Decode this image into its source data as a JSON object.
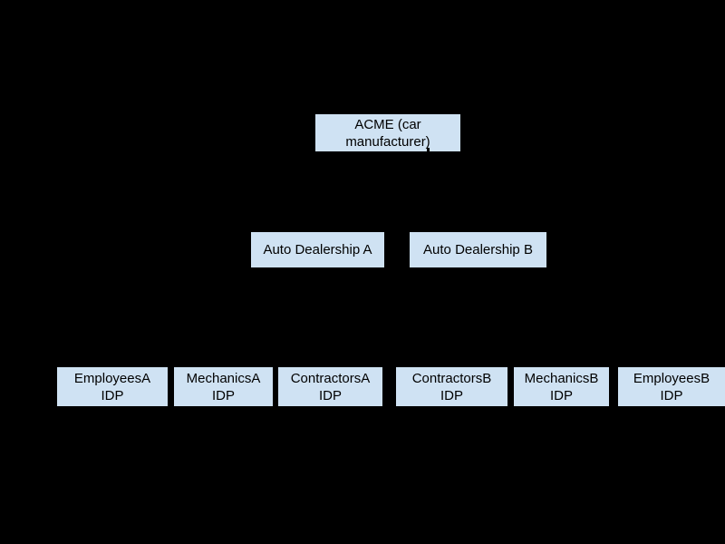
{
  "diagram": {
    "colors": {
      "background": "#000000",
      "node_fill": "#cfe2f3",
      "node_text": "#000000"
    },
    "nodes": {
      "root": {
        "line1": "ACME (car",
        "line2": "manufacturer)"
      },
      "dealership_a": {
        "label": "Auto Dealership A"
      },
      "dealership_b": {
        "label": "Auto Dealership B"
      },
      "idps": [
        {
          "line1": "EmployeesA",
          "line2": "IDP"
        },
        {
          "line1": "MechanicsA",
          "line2": "IDP"
        },
        {
          "line1": "ContractorsA",
          "line2": "IDP"
        },
        {
          "line1": "ContractorsB",
          "line2": "IDP"
        },
        {
          "line1": "MechanicsB",
          "line2": "IDP"
        },
        {
          "line1": "EmployeesB",
          "line2": "IDP"
        }
      ]
    }
  }
}
